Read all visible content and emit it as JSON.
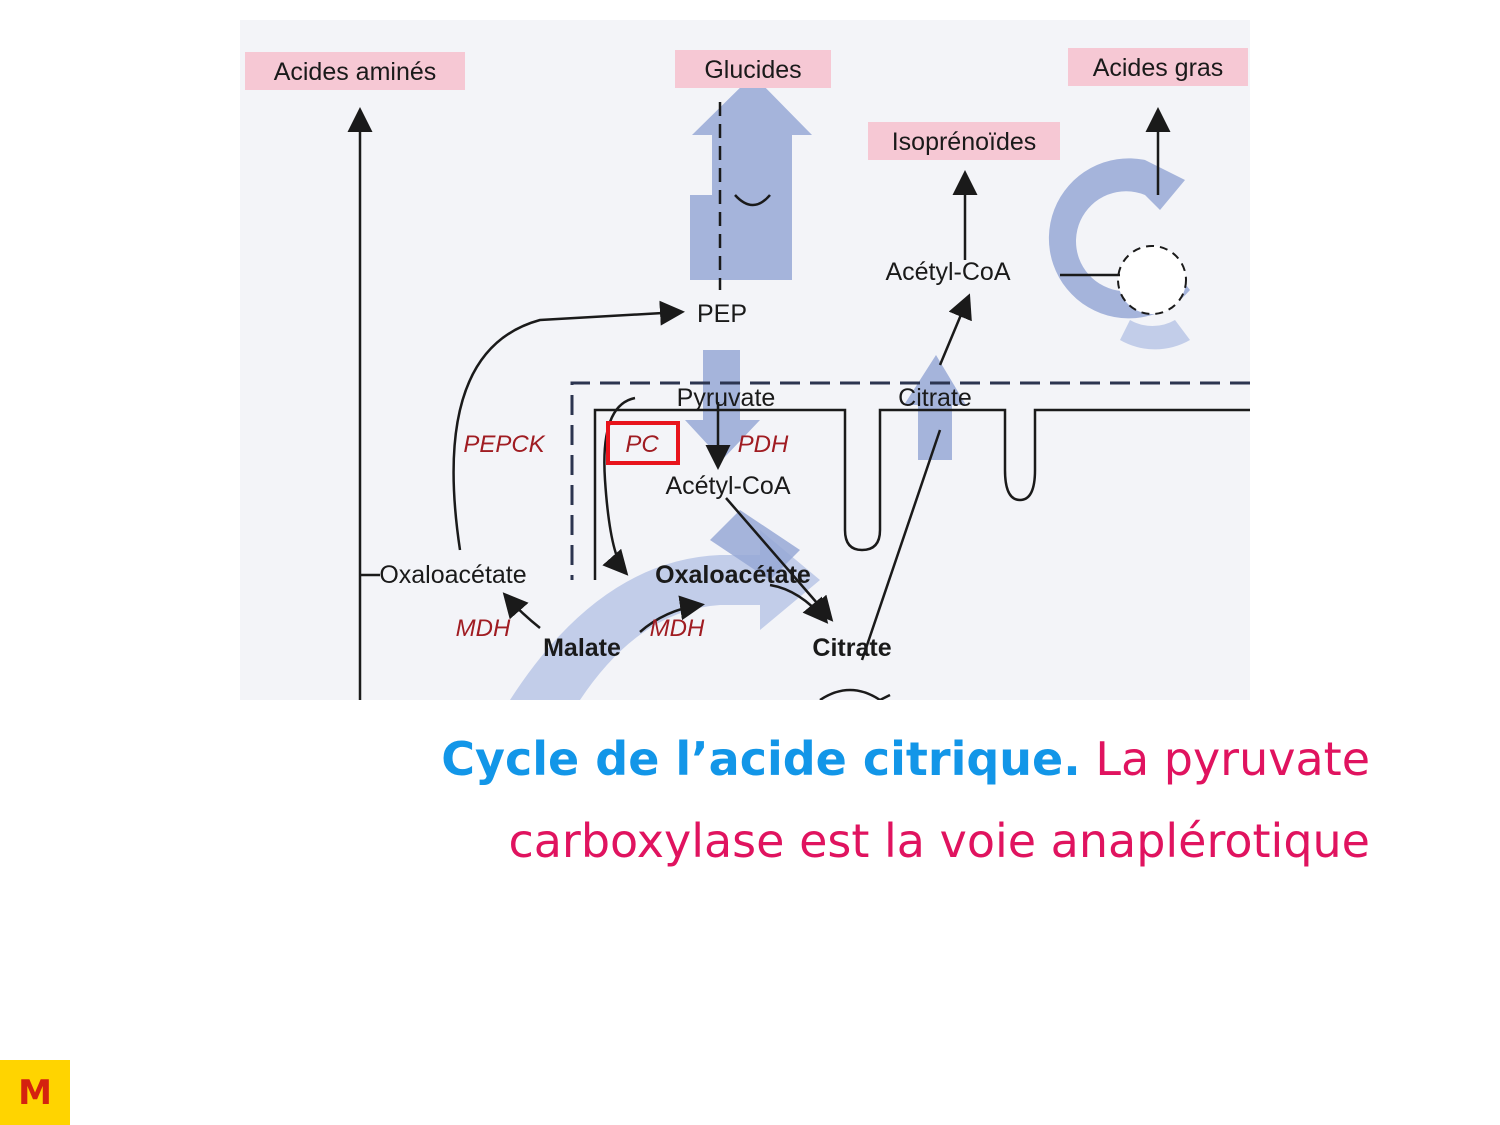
{
  "diagram": {
    "labels": {
      "amino_acids": "Acides aminés",
      "carbohydrates": "Glucides",
      "fatty_acids": "Acides gras",
      "isoprenoids": "Isoprénoïdes",
      "acetyl_coa_cytosol": "Acétyl-CoA",
      "pep": "PEP",
      "pyruvate": "Pyruvate",
      "citrate_transport": "Citrate",
      "pepck": "PEPCK",
      "pc": "PC",
      "pdh": "PDH",
      "acetyl_coa_mito": "Acétyl-CoA",
      "oxaloacetate_cytosol": "Oxaloacétate",
      "oxaloacetate_mito": "Oxaloacétate",
      "mdh_cytosol": "MDH",
      "mdh_mito": "MDH",
      "malate": "Malate",
      "citrate_cycle": "Citrate"
    },
    "colors": {
      "product_box": "#f6c8d4",
      "enzyme_text": "#a01c22",
      "highlight_box": "#e8141c",
      "flow_arrow": "#97a8d6"
    }
  },
  "caption": {
    "part1": "Cycle de l’acide citrique.",
    "part2": " La pyruvate carboxylase est la voie anaplérotique"
  },
  "badge": {
    "letter": "M",
    "color": "#ffd400"
  }
}
